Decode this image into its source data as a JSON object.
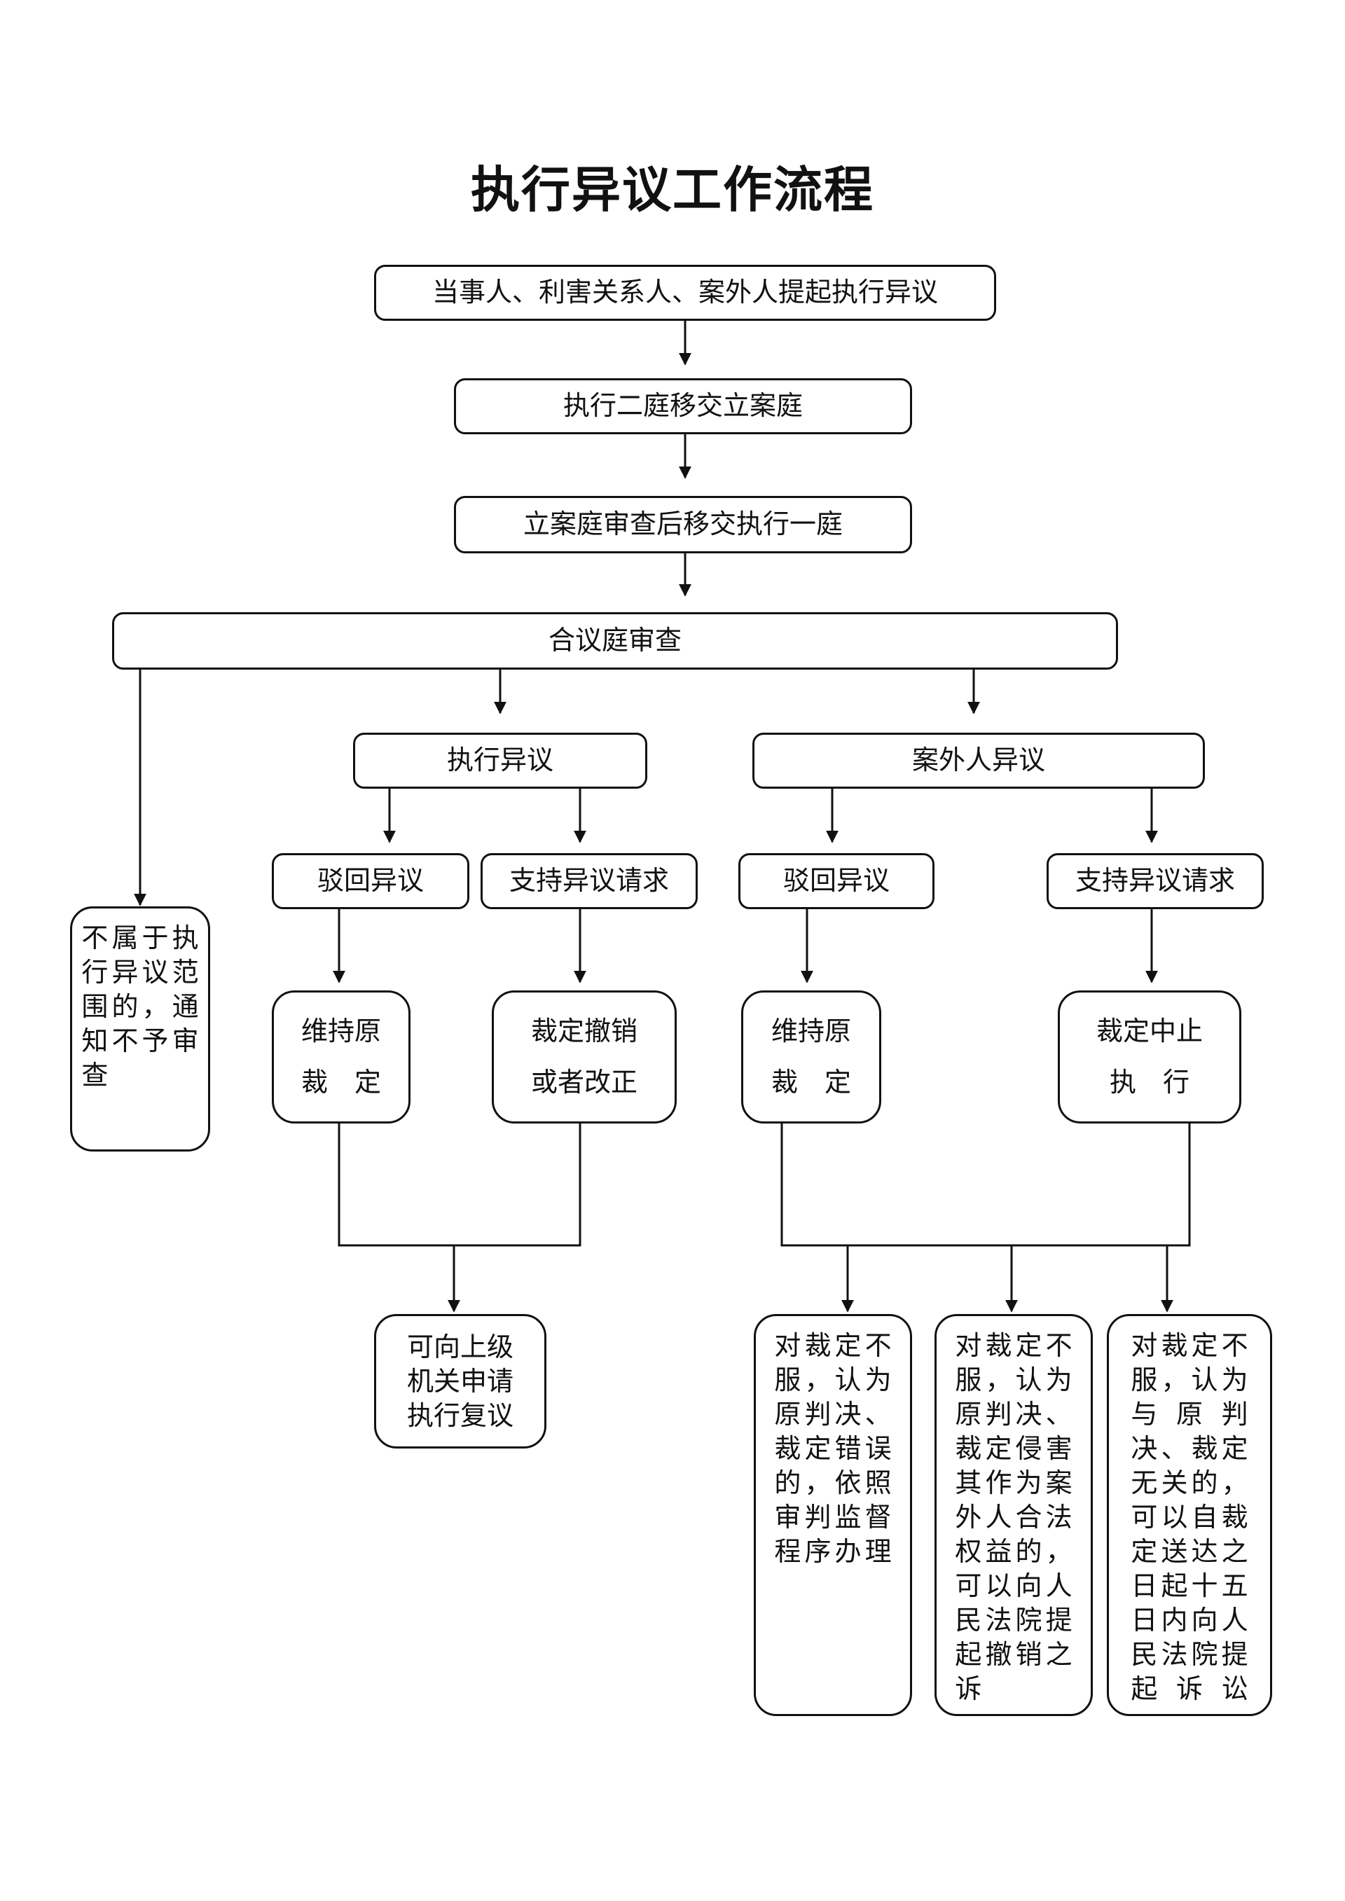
{
  "title": "执行异议工作流程",
  "nodes": {
    "start": "当事人、利害关系人、案外人提起执行异议",
    "transfer": "执行二庭移交立案庭",
    "filing_review": "立案庭审查后移交执行一庭",
    "panel_review": "合议庭审查",
    "not_in_scope": "不属于执行异议范围的，通知不予审查",
    "exec_objection": "执行异议",
    "third_party_objection": "案外人异议",
    "exec_reject": "驳回异议",
    "exec_support": "支持异议请求",
    "tp_reject": "驳回异议",
    "tp_support": "支持异议请求",
    "exec_uphold_l1": "维持原",
    "exec_uphold_l2": "裁　定",
    "exec_revoke_l1": "裁定撤销",
    "exec_revoke_l2": "或者改正",
    "tp_uphold_l1": "维持原",
    "tp_uphold_l2": "裁　定",
    "tp_suspend_l1": "裁定中止",
    "tp_suspend_l2": "执　行",
    "reconsider": "可向上级机关申请执行复议",
    "retrial": "对裁定不服，认为原判决、裁定错误的，依照审判监督程序办理",
    "revoke_suit": "对裁定不服，认为原判决、裁定侵害其作为案外人合法权益的，可以向人民法院提起撤销之诉",
    "lawsuit": "对裁定不服，认为与原判决、裁定无关的，可以自裁定送达之日起十五日内向人民法院提起诉讼"
  },
  "colors": {
    "line": "#111111",
    "background": "#ffffff"
  }
}
